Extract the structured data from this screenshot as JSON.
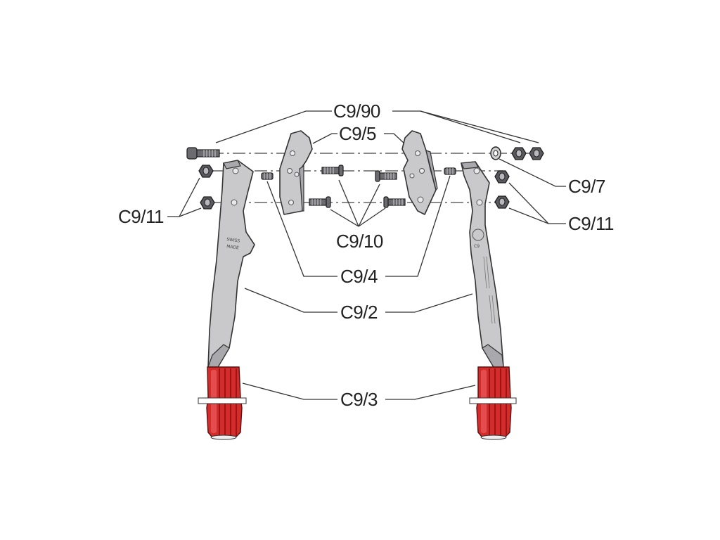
{
  "diagram": {
    "labels": {
      "c9_90": "C9/90",
      "c9_5": "C9/5",
      "c9_7": "C9/7",
      "c9_11_left": "C9/11",
      "c9_11_right": "C9/11",
      "c9_10": "C9/10",
      "c9_4": "C9/4",
      "c9_2": "C9/2",
      "c9_3": "C9/3"
    },
    "handle_marks": {
      "left_stamp_line1": "SWISS",
      "left_stamp_line2": "MADE",
      "right_stamp_model": "C9"
    },
    "colors": {
      "grip": "#d42b2b",
      "metal": "#c9c9cb",
      "hardware": "#5a5a5e",
      "line": "#333333"
    }
  }
}
